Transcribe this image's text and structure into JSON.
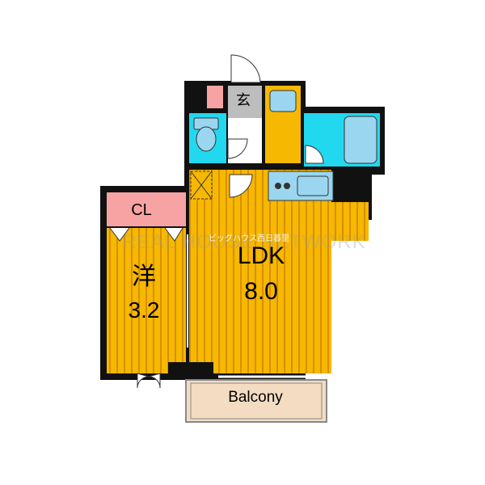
{
  "rooms": {
    "ldk_label": "LDK",
    "ldk_area": "8.0",
    "western_label": "洋",
    "western_area": "3.2",
    "closet_label": "CL",
    "entrance_label": "玄",
    "balcony_label": "Balcony"
  },
  "watermark": {
    "text": "REAL HOUSE NETWORK",
    "small_text": "ビッグハウス西日暮里"
  },
  "colors": {
    "floor": "#f6b800",
    "floor_stripe": "#d98e00",
    "wall": "#111111",
    "closet": "#f7a3a3",
    "bath": "#22d8ee",
    "fixture": "#9bd6f0",
    "entrance": "#bdbdbd",
    "balcony": "#f3dcc2"
  }
}
